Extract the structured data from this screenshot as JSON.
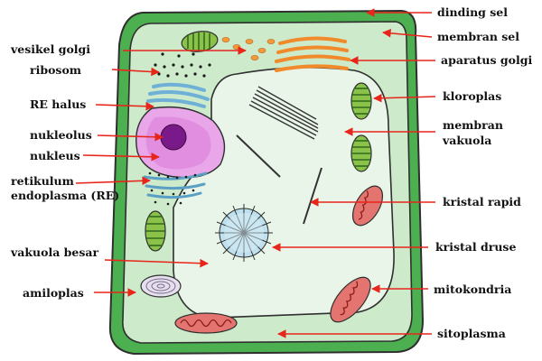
{
  "diagram": {
    "labels_left": {
      "vesikel_golgi": "vesikel golgi",
      "ribosom": "ribosom",
      "re_halus": "RE halus",
      "nukleolus": "nukleolus",
      "nukleus": "nukleus",
      "retikulum_1": "retikulum",
      "retikulum_2": "endoplasma (RE)",
      "vakuola_besar": "vakuola besar",
      "amiloplas": "amiloplas"
    },
    "labels_right": {
      "dinding_sel": "dinding sel",
      "membran_sel": "membran sel",
      "aparatus_golgi": "aparatus golgi",
      "kloroplas": "kloroplas",
      "membran_vakuola_1": "membran",
      "membran_vakuola_2": "vakuola",
      "kristal_rapid": "kristal rapid",
      "kristal_druse": "kristal druse",
      "mitokondria": "mitokondria",
      "sitoplasma": "sitoplasma"
    },
    "colors": {
      "cell_wall": "#4caf50",
      "cytoplasm": "#cdeacb",
      "vacuole": "#e8f5e8",
      "label_arrow": "#e8251a",
      "nucleus": "#e070e0",
      "nucleolus": "#7a1a8a",
      "golgi": "#f59a3a",
      "chloroplast": "#8bc34a",
      "mitochondria": "#d9534f",
      "er_smooth": "#7fb8d8",
      "ribosome": "#1a1a1a"
    }
  }
}
